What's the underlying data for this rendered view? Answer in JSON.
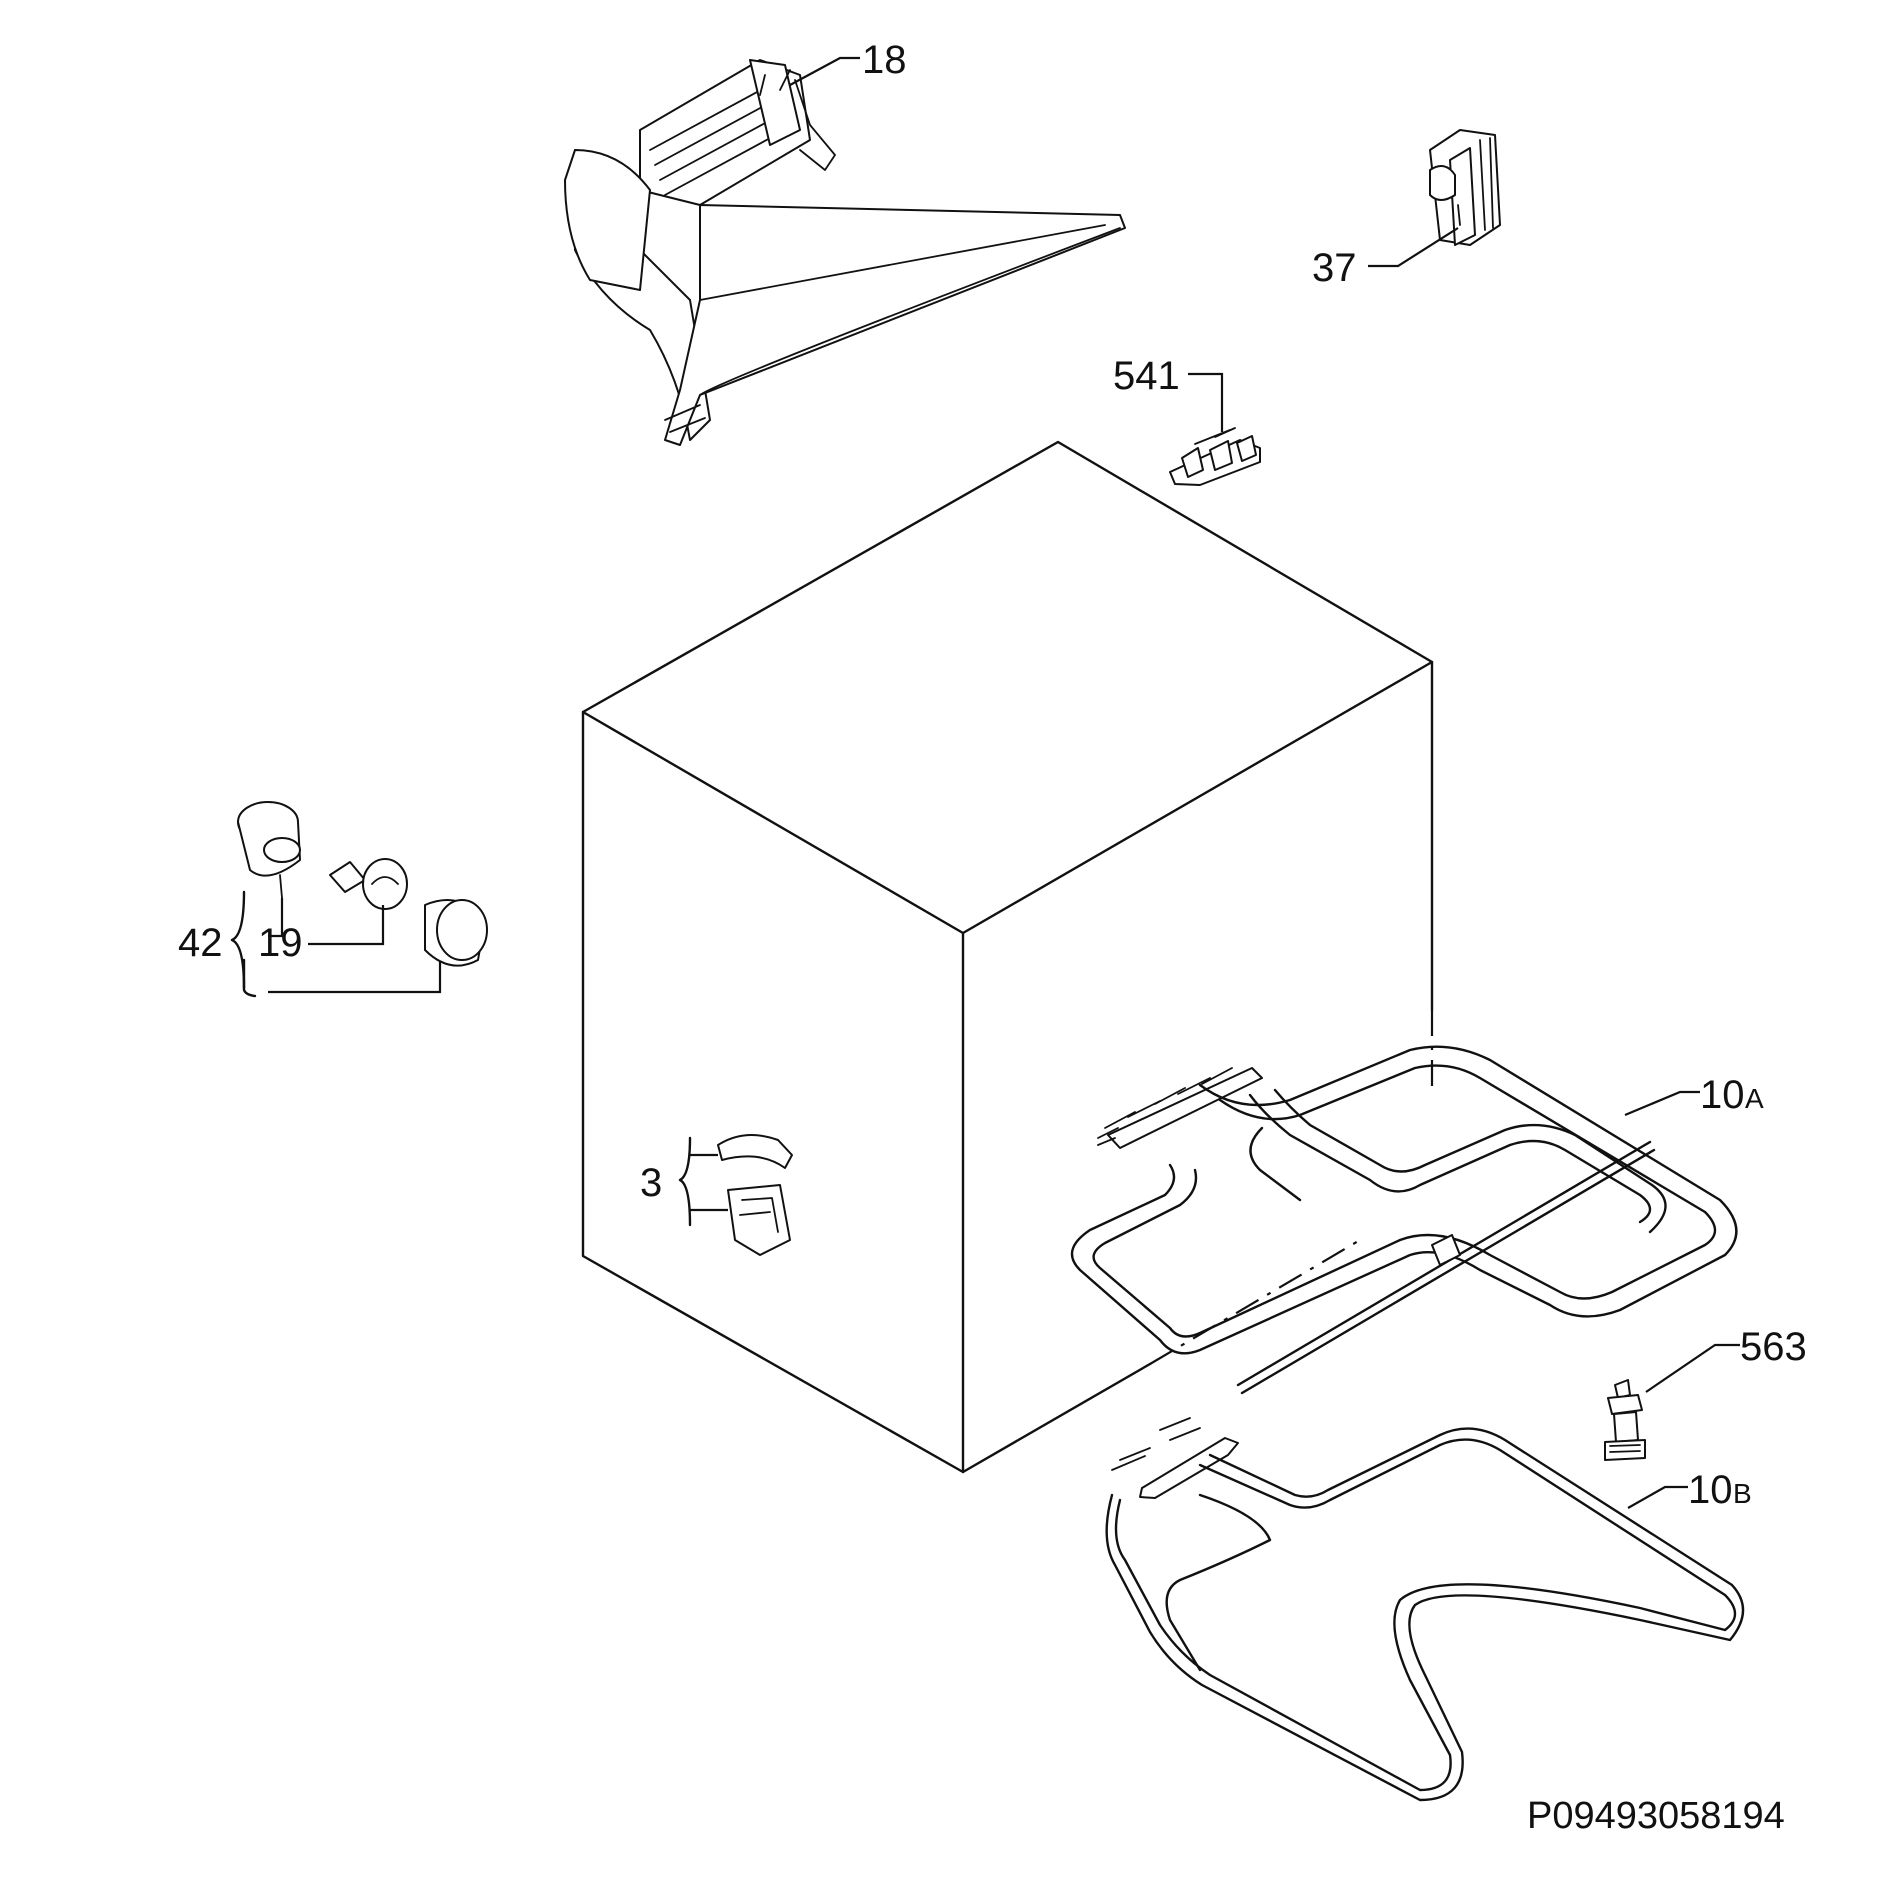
{
  "parts": {
    "fan_duct": {
      "number": "18"
    },
    "clip": {
      "number": "37"
    },
    "terminal": {
      "number": "541"
    },
    "lamp_assembly": {
      "number": "42"
    },
    "lamp_bulb": {
      "number": "19"
    },
    "hinge": {
      "number": "3"
    },
    "top_element": {
      "number": "10",
      "suffix": "A"
    },
    "sensor": {
      "number": "563"
    },
    "bottom_element": {
      "number": "10",
      "suffix": "B"
    }
  },
  "drawing_code": "P09493058194"
}
